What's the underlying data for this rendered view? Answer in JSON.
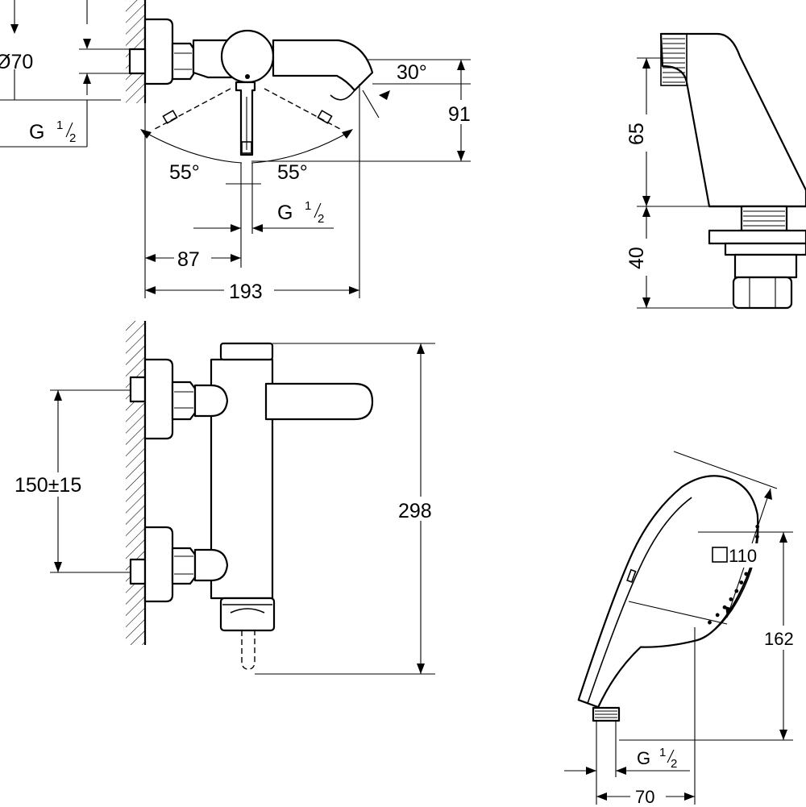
{
  "top_view": {
    "diameter_label": "Ø70",
    "thread_label": {
      "base": "G",
      "sup": "1",
      "sub": "2"
    },
    "angle_left": "55°",
    "angle_right": "55°",
    "spout_angle": "30°",
    "height_91": "91",
    "inlet_thread": {
      "base": "G",
      "sup": "1",
      "sub": "2"
    },
    "dim_87": "87",
    "dim_193": "193"
  },
  "holder_view": {
    "dim_65": "65",
    "dim_40": "40"
  },
  "front_view": {
    "centers": "150±15",
    "height_298": "298"
  },
  "hand_shower": {
    "face": "110",
    "length": "162",
    "thread": {
      "base": "G",
      "sup": "1",
      "sub": "2"
    },
    "width": "70"
  }
}
